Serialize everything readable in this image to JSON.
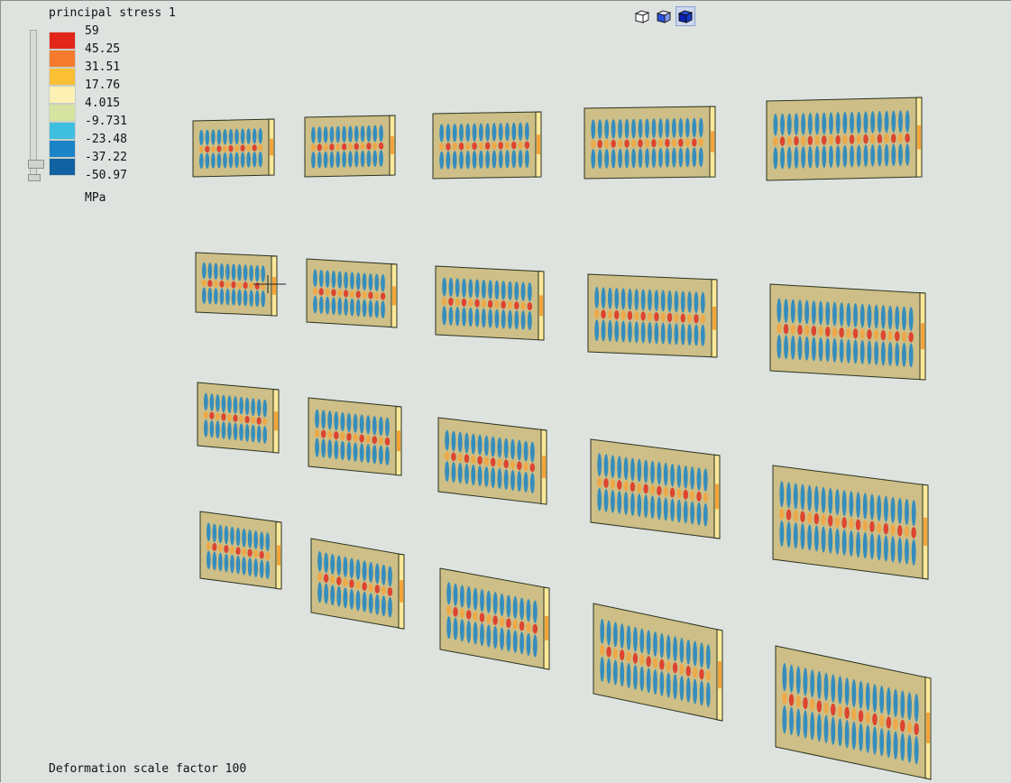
{
  "legend": {
    "title": "principal stress 1",
    "unit": "MPa",
    "entries": [
      {
        "value": "59",
        "color": "#e2261a"
      },
      {
        "value": "45.25",
        "color": "#f57a2c"
      },
      {
        "value": "31.51",
        "color": "#fbbf36"
      },
      {
        "value": "17.76",
        "color": "#fcf0b3"
      },
      {
        "value": "4.015",
        "color": "#d7e3a0"
      },
      {
        "value": "-9.731",
        "color": "#3ebfe0"
      },
      {
        "value": "-23.48",
        "color": "#1a84c7"
      },
      {
        "value": "-37.22",
        "color": "#1062a1"
      },
      {
        "value": "-50.97",
        "color": "#0f5b97"
      }
    ]
  },
  "toolbar": {
    "views": [
      {
        "name": "wireframe-cube-icon",
        "active": false
      },
      {
        "name": "shaded-cube-icon",
        "active": false
      },
      {
        "name": "solid-cube-icon",
        "active": true
      }
    ]
  },
  "footer": {
    "text": "Deformation scale factor 100"
  },
  "plot_colors": {
    "plate_base": "#cdbf87",
    "compression": "#1a84c7",
    "tension": "#e2261a",
    "mid": "#f5a43a",
    "edge": "#fbe89a"
  }
}
